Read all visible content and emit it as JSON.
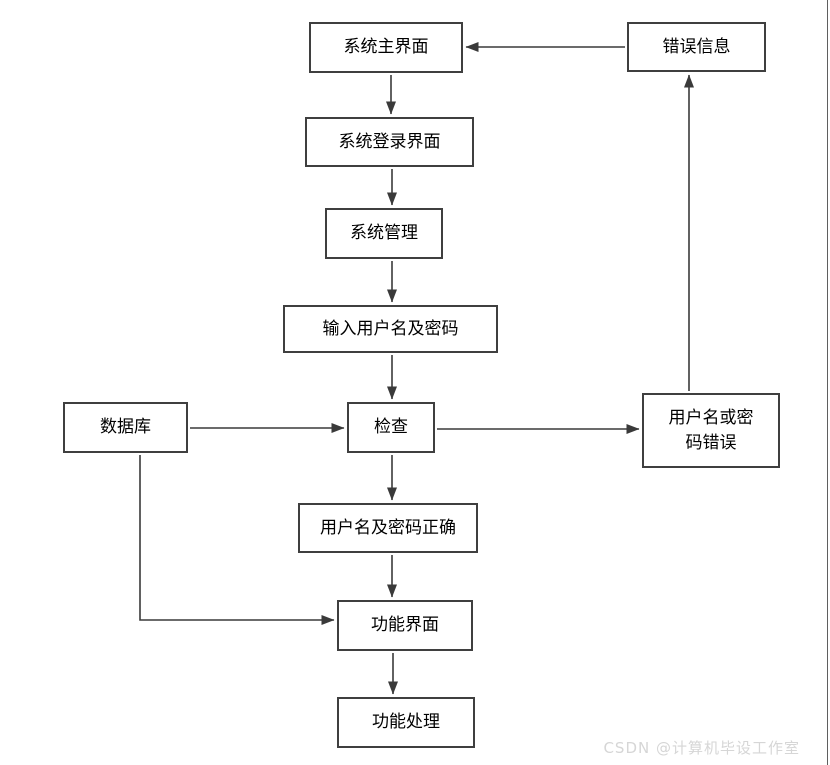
{
  "diagram": {
    "title": "system-login-flowchart",
    "nodes": {
      "main_ui": {
        "label": "系统主界面"
      },
      "error_info": {
        "label": "错误信息"
      },
      "login_ui": {
        "label": "系统登录界面"
      },
      "system_mgmt": {
        "label": "系统管理"
      },
      "input_credentials": {
        "label": "输入用户名及密码"
      },
      "database": {
        "label": "数据库"
      },
      "check": {
        "label": "检查"
      },
      "wrong_credentials": {
        "label": "用户名或密码错误"
      },
      "correct_credentials": {
        "label": "用户名及密码正确"
      },
      "function_ui": {
        "label": "功能界面"
      },
      "function_process": {
        "label": "功能处理"
      }
    },
    "colors": {
      "node_border": "#3f3f3f",
      "arrow": "#3a3a3a",
      "background": "#ffffff",
      "watermark_text": "#d6d6d6",
      "edge_line": "#5f5f5f"
    }
  },
  "watermark": {
    "text": "CSDN @计算机毕设工作室"
  }
}
